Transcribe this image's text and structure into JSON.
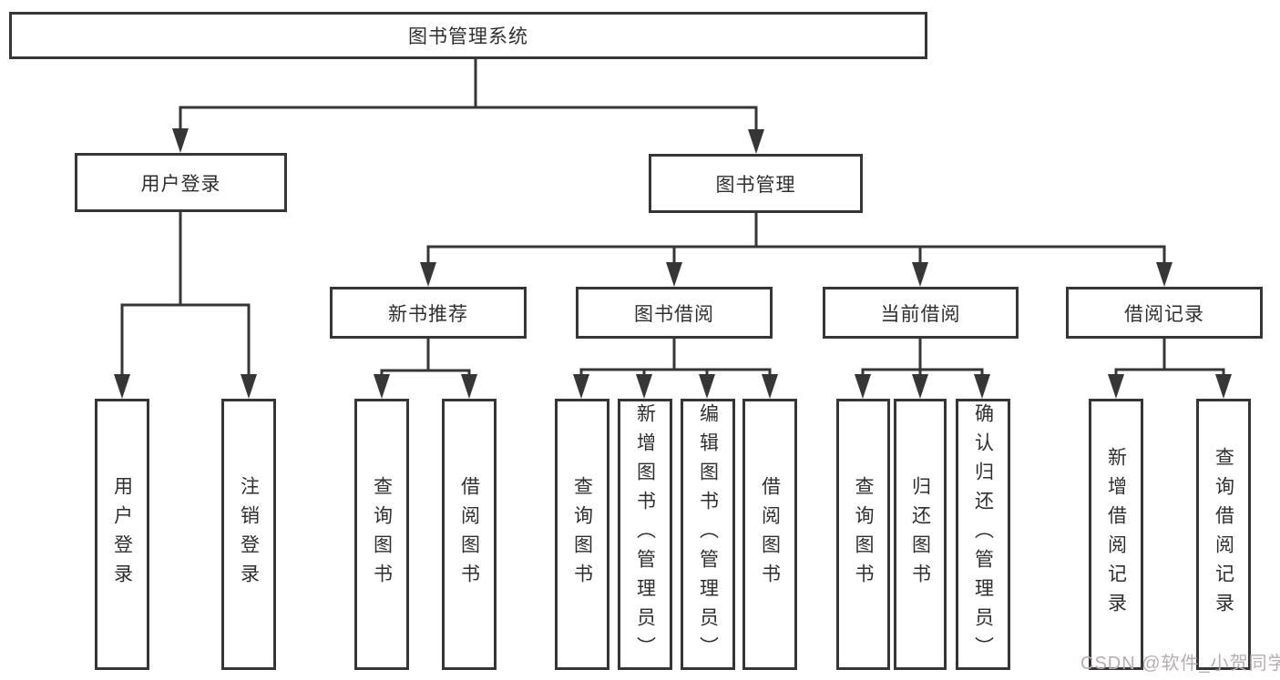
{
  "diagram_title": "图书管理系统",
  "nodes": {
    "root": {
      "label": "图书管理系统"
    },
    "user_login": {
      "label": "用户登录"
    },
    "book_mgmt": {
      "label": "图书管理"
    },
    "new_book_rec": {
      "label": "新书推荐"
    },
    "book_borrow": {
      "label": "图书借阅"
    },
    "current_borrow": {
      "label": "当前借阅"
    },
    "borrow_records": {
      "label": "借阅记录"
    },
    "leaf_login": {
      "label": "用户登录"
    },
    "leaf_logout": {
      "label": "注销登录"
    },
    "leaf_nbr_query": {
      "label": "查询图书"
    },
    "leaf_nbr_borrow": {
      "label": "借阅图书"
    },
    "leaf_bb_query": {
      "label": "查询图书"
    },
    "leaf_bb_add": {
      "label": "新增图书（管理员）"
    },
    "leaf_bb_edit": {
      "label": "编辑图书（管理员）"
    },
    "leaf_bb_borrow": {
      "label": "借阅图书"
    },
    "leaf_cb_query": {
      "label": "查询图书"
    },
    "leaf_cb_return": {
      "label": "归还图书"
    },
    "leaf_cb_confirm": {
      "label": "确认归还（管理员）"
    },
    "leaf_br_add": {
      "label": "新增借阅记录"
    },
    "leaf_br_query": {
      "label": "查询借阅记录"
    }
  },
  "hierarchy": {
    "图书管理系统": {
      "用户登录": [
        "用户登录",
        "注销登录"
      ],
      "图书管理": {
        "新书推荐": [
          "查询图书",
          "借阅图书"
        ],
        "图书借阅": [
          "查询图书",
          "新增图书（管理员）",
          "编辑图书（管理员）",
          "借阅图书"
        ],
        "当前借阅": [
          "查询图书",
          "归还图书",
          "确认归还（管理员）"
        ],
        "借阅记录": [
          "新增借阅记录",
          "查询借阅记录"
        ]
      }
    }
  },
  "watermark": {
    "text": "CSDN @软件_小贺同学"
  },
  "colors": {
    "line": "#363636",
    "box_border": "#363636",
    "box_bg": "#ffffff",
    "text": "#2f2f2f",
    "watermark": "#b6aeae",
    "background": "#ffffff"
  }
}
